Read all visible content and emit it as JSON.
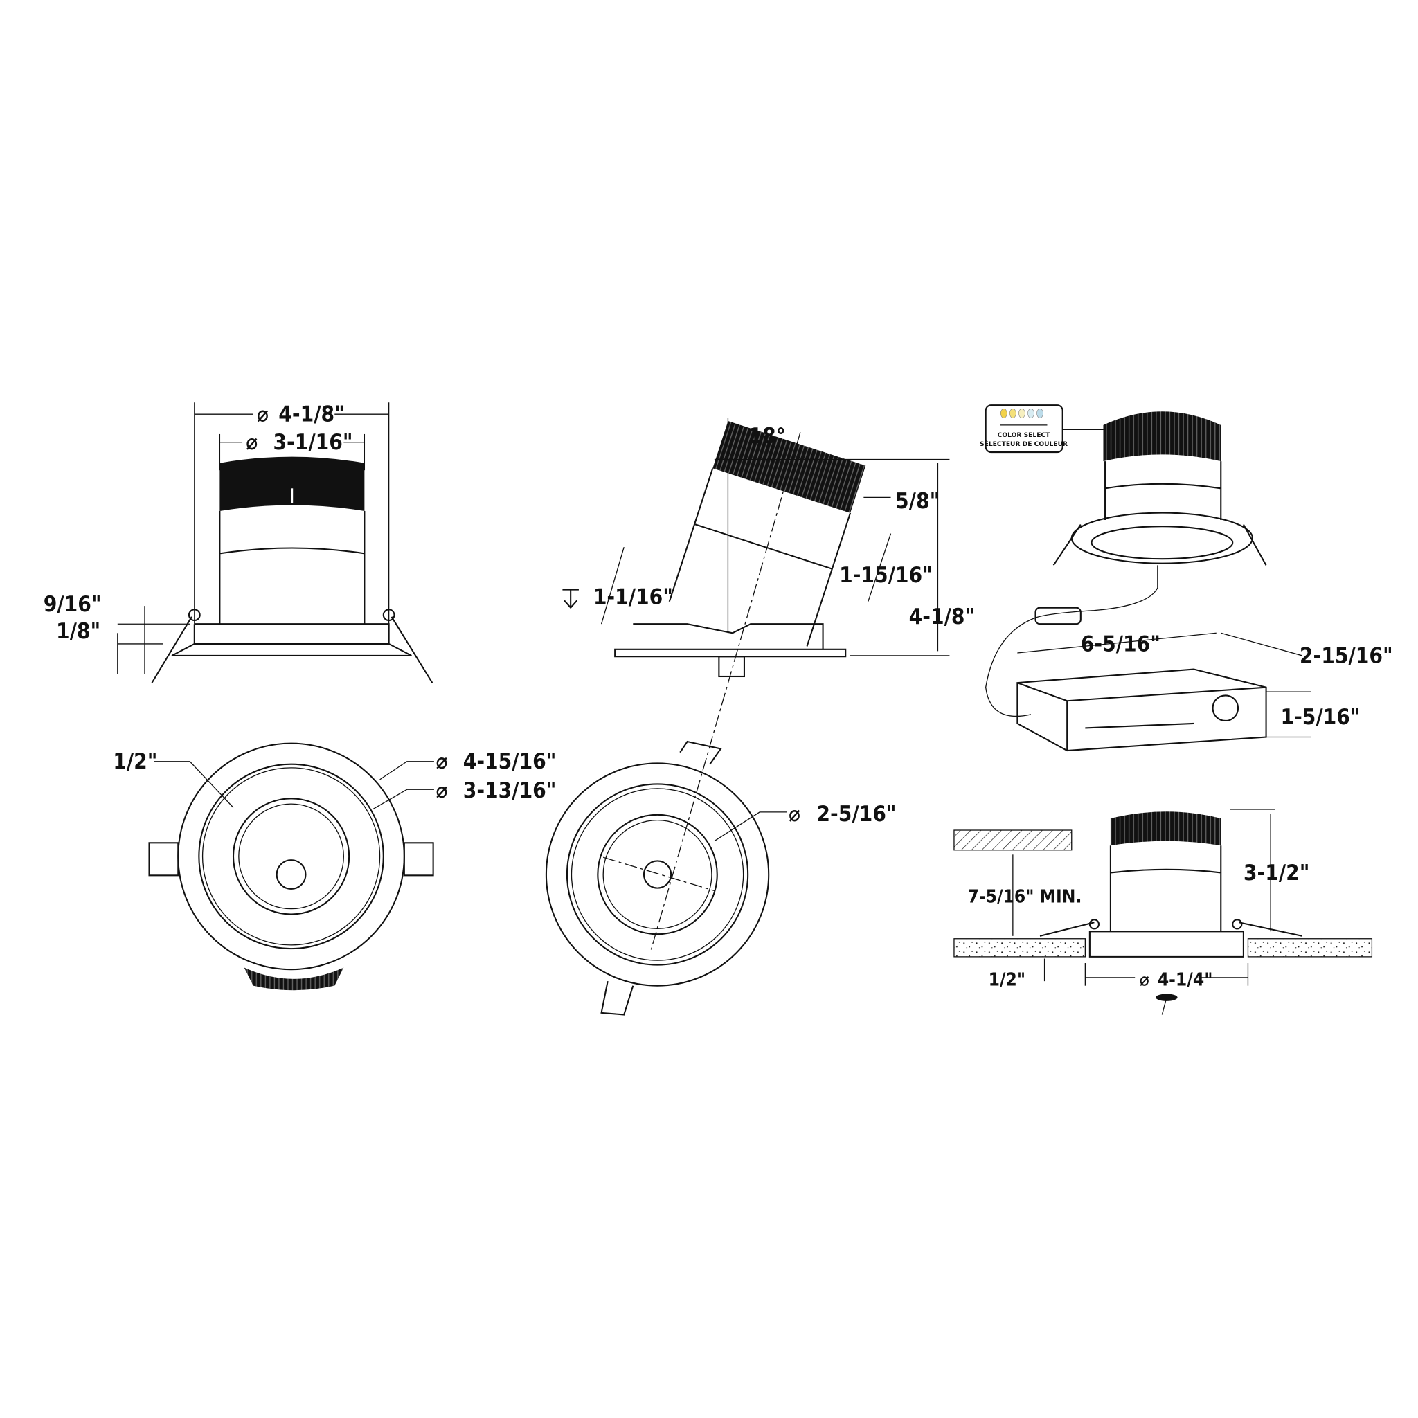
{
  "diagram": {
    "front_view": {
      "outer_diameter": "4-1/8\"",
      "inner_diameter": "3-1/16\"",
      "flange_height": "9/16\"",
      "flange_thickness": "1/8\""
    },
    "side_tilt_view": {
      "tilt_angle": "18°",
      "trim_depth": "5/8\"",
      "heat_sink_offset": "1-15/16\"",
      "below_ceiling": "1-1/16\"",
      "total_height": "4-1/8\""
    },
    "driver_box": {
      "length": "6-5/16\"",
      "width": "2-15/16\"",
      "height": "1-5/16\"",
      "color_select_label_en": "COLOR SELECT",
      "color_select_label_fr": "SÉLECTEUR DE COULEUR",
      "cct_colors": [
        "#f2d24a",
        "#f4e07a",
        "#f6efc0",
        "#d8ecf2",
        "#bcdcea"
      ]
    },
    "bottom_view": {
      "trim_width": "1/2\"",
      "outer_diameter": "4-15/16\"",
      "aperture_diameter": "3-13/16\""
    },
    "bottom_tilt_view": {
      "lens_diameter": "2-5/16\""
    },
    "installation_view": {
      "height": "3-1/2\"",
      "clearance": "7-5/16\" MIN.",
      "ceiling_thickness": "1/2\"",
      "cutout_diameter": "4-1/4\""
    },
    "diameter_symbol": "⌀"
  }
}
